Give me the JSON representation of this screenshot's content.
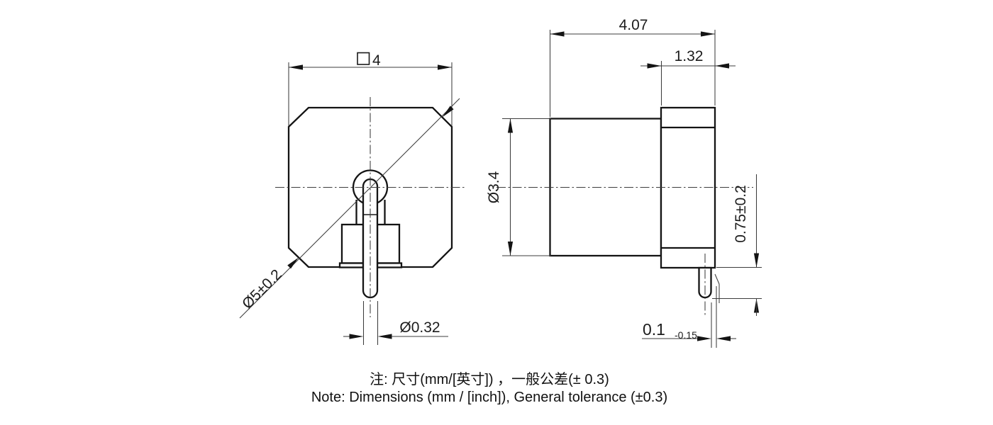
{
  "front_view": {
    "dim_square_symbol": "□",
    "dim_square_value": "4",
    "dim_diagonal": "Ø5±0.2",
    "dim_pin_diameter": "Ø0.32"
  },
  "side_view": {
    "dim_length": "4.07",
    "dim_flange_width": "1.32",
    "dim_body_diameter": "Ø3.4",
    "dim_pin_protrusion": "0.75±0.2",
    "dim_offset": "0.1",
    "dim_offset_tolerance": "-0.15"
  },
  "notes": {
    "line_zh": "注: 尺寸(mm/[英寸]) ，一般公差(± 0.3)",
    "line_en": "Note: Dimensions (mm / [inch]), General tolerance (±0.3)"
  }
}
